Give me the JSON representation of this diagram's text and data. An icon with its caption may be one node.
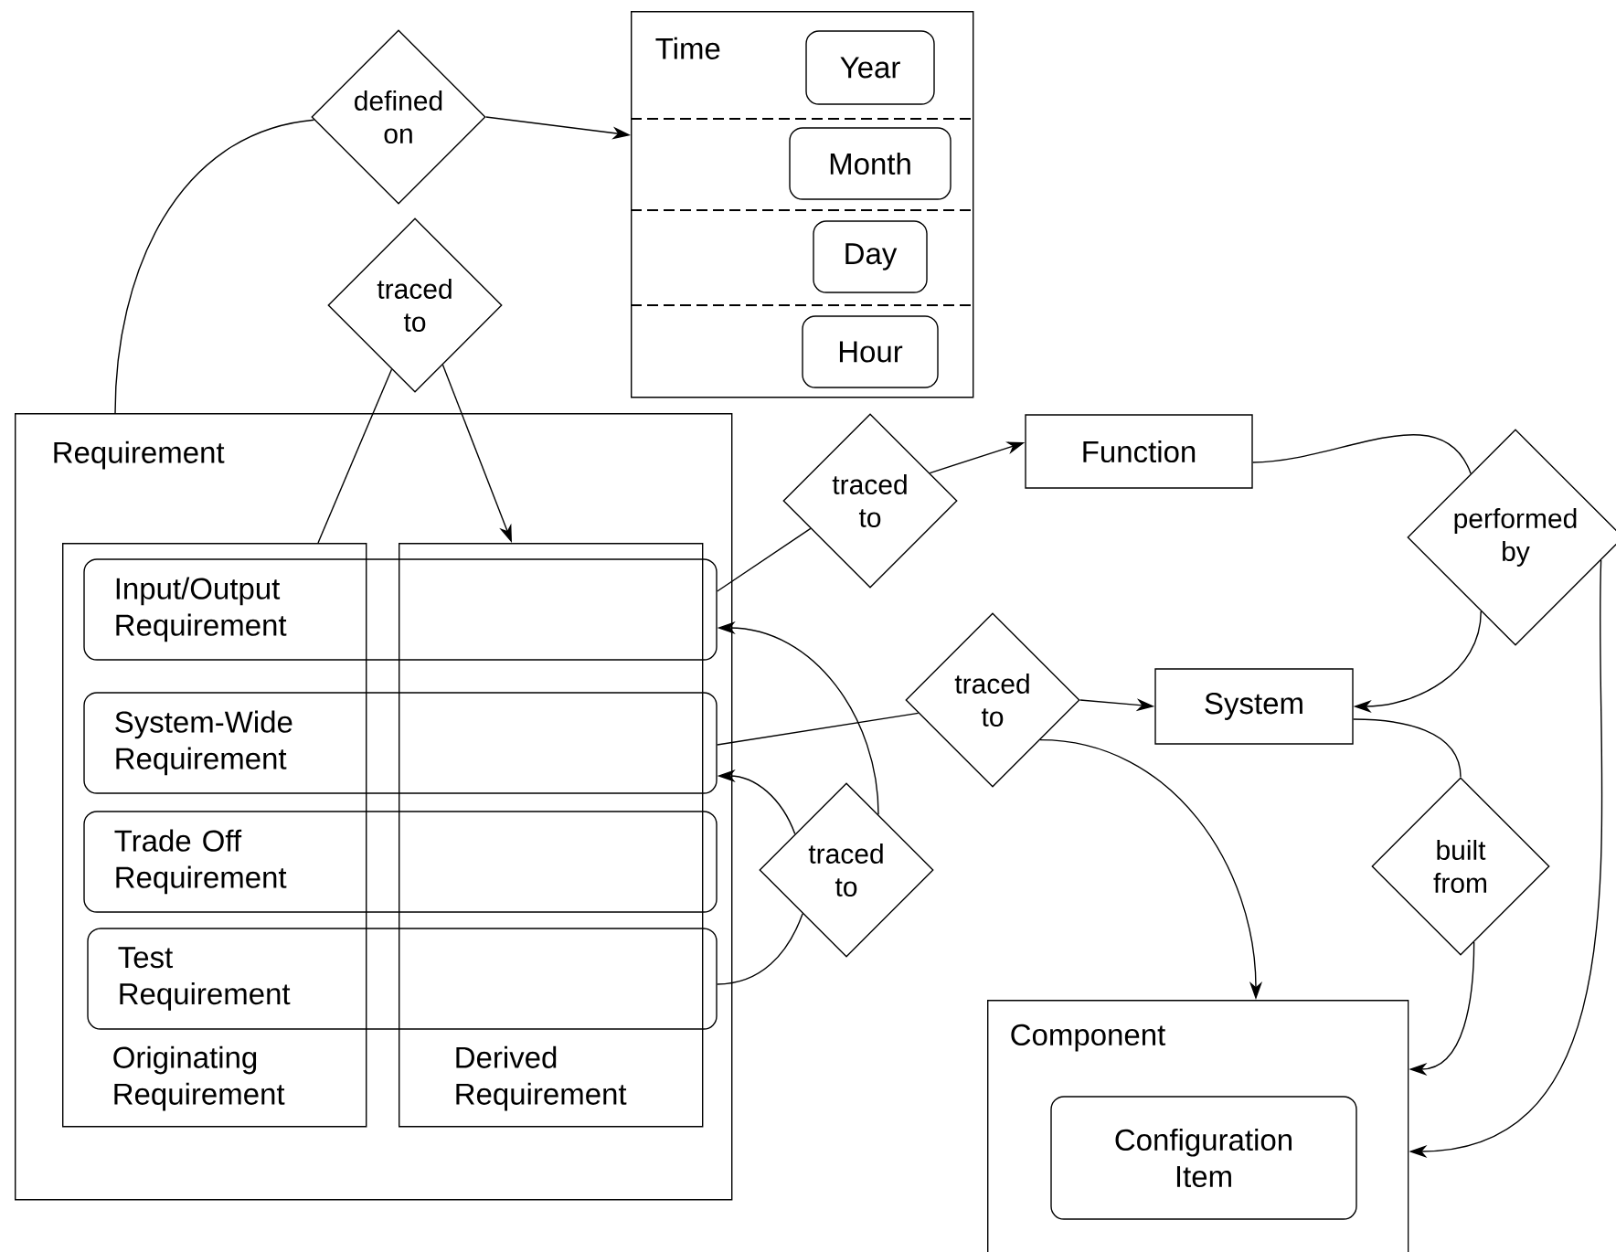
{
  "diagram": {
    "nodes": [
      {
        "text": [
          "Time"
        ]
      },
      {
        "text": [
          "Year"
        ],
        "in": 0
      },
      {
        "text": [
          "Month"
        ],
        "in": 0
      },
      {
        "text": [
          "Day"
        ],
        "in": 0
      },
      {
        "text": [
          "Hour"
        ],
        "in": 0
      },
      {
        "text": [
          "defined on"
        ]
      },
      {
        "text": [
          "traced to"
        ]
      },
      {
        "text": [
          "Requirement"
        ]
      },
      {
        "text": [
          "Originating Requirement"
        ],
        "in": 7
      },
      {
        "text": [
          "Derived Requirement"
        ],
        "in": 7
      },
      {
        "text": [
          "Input/Output Requirement"
        ],
        "in": 7
      },
      {
        "text": [
          "System-Wide Requirement"
        ],
        "in": 7
      },
      {
        "text": [
          "Trade Off Requirement"
        ],
        "in": 7
      },
      {
        "text": [
          "Test Requirement"
        ],
        "in": 7
      },
      {
        "text": [
          "traced to"
        ]
      },
      {
        "text": [
          "Function"
        ]
      },
      {
        "text": [
          "performed by"
        ]
      },
      {
        "text": [
          "traced to"
        ]
      },
      {
        "text": [
          "System"
        ]
      },
      {
        "text": [
          "traced to"
        ]
      },
      {
        "text": [
          "built from"
        ]
      },
      {
        "text": [
          "Component"
        ]
      },
      {
        "text": [
          "Configuration Item"
        ],
        "in": 21
      }
    ],
    "edges": [
      {
        "from": 7,
        "to": 5,
        "arrow": "none"
      },
      {
        "from": 5,
        "to": 0,
        "arrow": "to"
      },
      {
        "from": 8,
        "to": 6,
        "arrow": "none"
      },
      {
        "from": 6,
        "to": 9,
        "arrow": "to"
      },
      {
        "from": 10,
        "to": 14,
        "arrow": "none"
      },
      {
        "from": 14,
        "to": 15,
        "arrow": "to"
      },
      {
        "from": 15,
        "to": 16,
        "arrow": "none"
      },
      {
        "from": 16,
        "to": 18,
        "arrow": "to"
      },
      {
        "from": 16,
        "to": 21,
        "arrow": "to"
      },
      {
        "from": 11,
        "to": 17,
        "arrow": "none"
      },
      {
        "from": 17,
        "to": 18,
        "arrow": "to"
      },
      {
        "from": 17,
        "to": 21,
        "arrow": "to"
      },
      {
        "from": 18,
        "to": 20,
        "arrow": "none"
      },
      {
        "from": 20,
        "to": 21,
        "arrow": "to"
      },
      {
        "from": 13,
        "to": 19,
        "arrow": "none"
      },
      {
        "from": 19,
        "to": 11,
        "arrow": "to"
      },
      {
        "from": 19,
        "to": 10,
        "arrow": "to"
      }
    ]
  }
}
